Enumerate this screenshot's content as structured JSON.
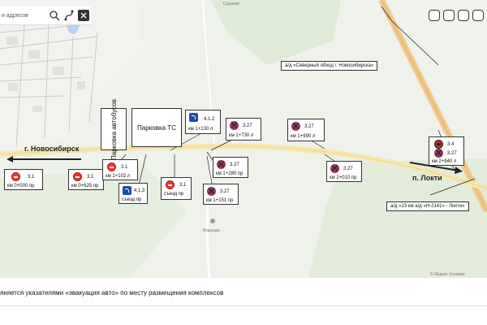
{
  "map": {
    "search_placeholder": "и адресов",
    "labels": {
      "village_top": "Сараево",
      "place_bottom": "Марьяда",
      "copyright": "© Яндекс Условия"
    },
    "cities": {
      "novosibirsk": "г. Новосибирск",
      "lokti": "п. Локти"
    },
    "boxes": {
      "bus_parking": "Парковка автобусов",
      "ts_parking": "Парковка ТС"
    },
    "signs": [
      {
        "icon": "no-entry-icon",
        "code": "3.1",
        "loc": "км 0+000 пр"
      },
      {
        "icon": "no-entry-icon",
        "code": "3.1",
        "loc": "км 0+625 пр"
      },
      {
        "icon": "no-entry-icon",
        "code": "3.1",
        "loc": "км 1+102 л"
      },
      {
        "icon": "blue-turn-icon",
        "code": "4.1.3",
        "loc": "съезд пр"
      },
      {
        "icon": "no-entry-icon",
        "code": "3.1",
        "loc": "съезд пр"
      },
      {
        "icon": "blue-turn-icon",
        "code": "4.1.2",
        "loc": "км 1+130 л"
      },
      {
        "icon": "no-parking-icon",
        "code": "3.27",
        "loc": "км 1+730 л"
      },
      {
        "icon": "no-parking-icon",
        "code": "3.27",
        "loc": "км 1+280 пр"
      },
      {
        "icon": "no-parking-icon",
        "code": "3.27",
        "loc": "км 1+151 пр"
      },
      {
        "icon": "no-parking-icon",
        "code": "3.27",
        "loc": "км 1+990 л"
      },
      {
        "icon": "no-parking-icon",
        "code": "3.27",
        "loc": "км 2+010 пр"
      }
    ],
    "multi_sign": {
      "codes": [
        "3.4",
        "3.27"
      ],
      "loc": "км 2+940 л"
    },
    "roads": {
      "north_bypass": "а/д «Северный обход г. Новосибирска»",
      "road_23km": "а/д «23 км а/д «Н-2141» - Локти»"
    },
    "colors": {
      "map_bg": "#eef2ea",
      "main_road": "#f6e7b0",
      "bypass_road": "#f2c98a",
      "water": "#b9d3f0"
    }
  },
  "caption": "яняется указателями «эвакуация авто» по месту размещения комплексов"
}
